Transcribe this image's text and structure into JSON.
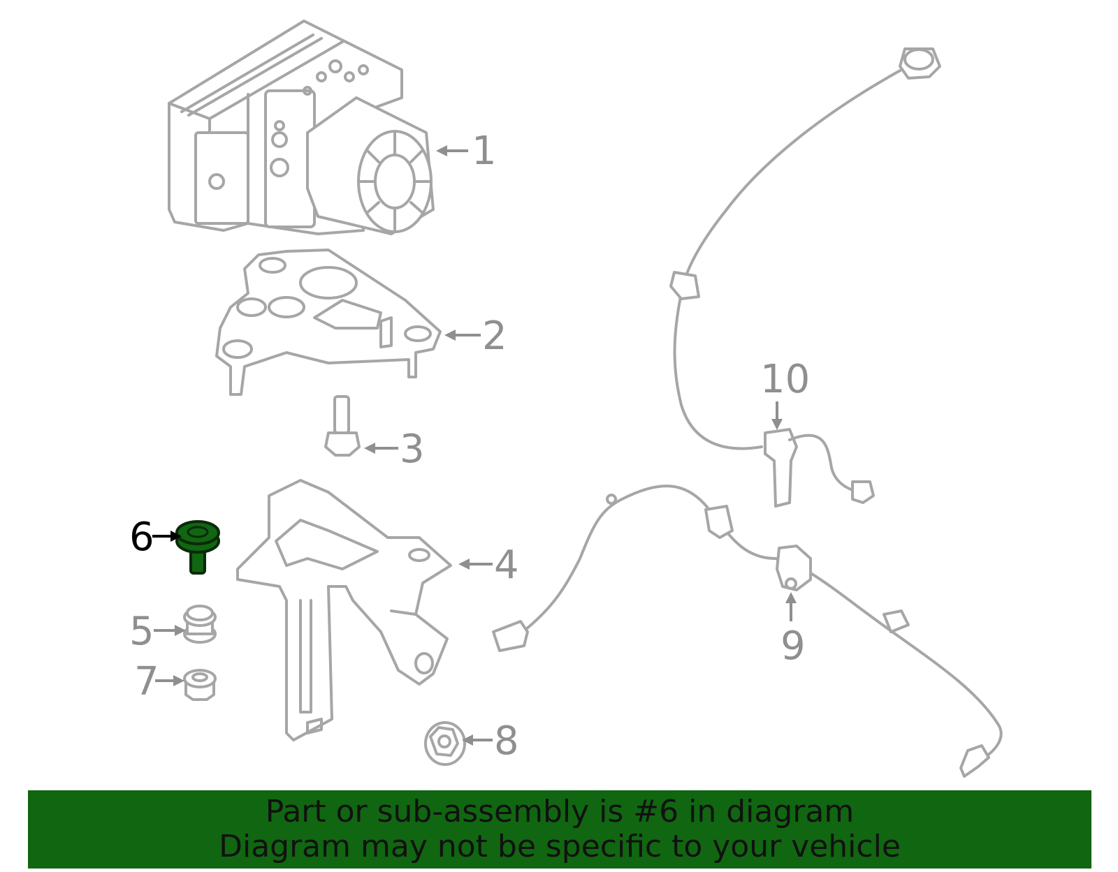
{
  "colors": {
    "highlight": "#116611",
    "banner_bg": "#116611",
    "part_stroke": "#a6a6a6",
    "callout_gray": "#8f8f8f",
    "callout_highlight": "#000000"
  },
  "highlighted_part": "6",
  "callouts": [
    {
      "id": "1",
      "label": "1"
    },
    {
      "id": "2",
      "label": "2"
    },
    {
      "id": "3",
      "label": "3"
    },
    {
      "id": "4",
      "label": "4"
    },
    {
      "id": "5",
      "label": "5"
    },
    {
      "id": "6",
      "label": "6"
    },
    {
      "id": "7",
      "label": "7"
    },
    {
      "id": "8",
      "label": "8"
    },
    {
      "id": "9",
      "label": "9"
    },
    {
      "id": "10",
      "label": "10"
    }
  ],
  "banner": {
    "line1": "Part or sub-assembly is #6 in diagram",
    "line2": "Diagram may not be specific to your vehicle"
  }
}
